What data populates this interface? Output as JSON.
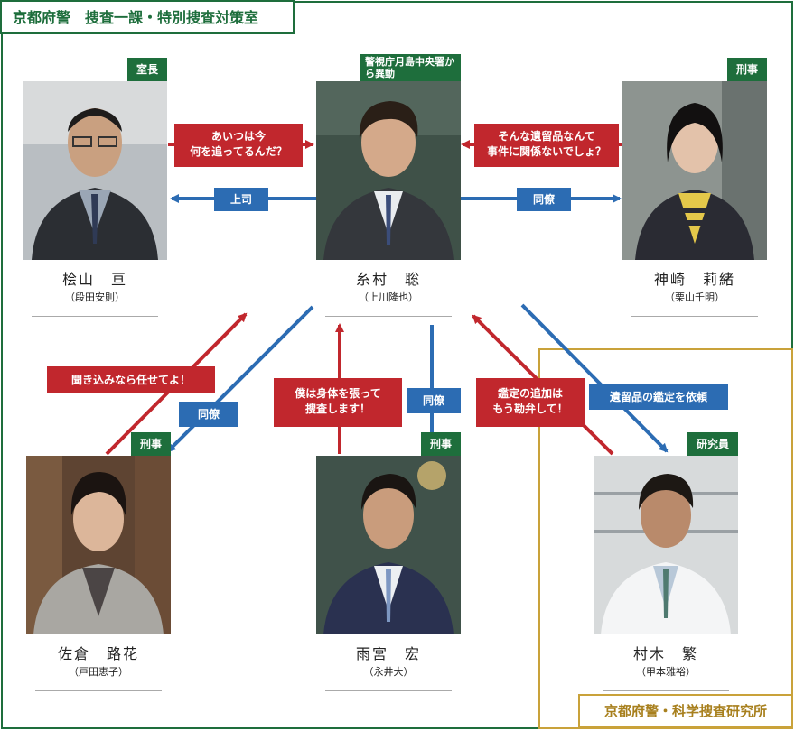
{
  "orgs": {
    "main": "京都府警　捜査一課・特別捜査対策室",
    "lab": "京都府警・科学捜査研究所"
  },
  "colors": {
    "green": "#1e6e3c",
    "gold": "#c9a23a",
    "red": "#c1272d",
    "blue": "#2c6cb3"
  },
  "people": {
    "katsurayama": {
      "name": "桧山　亘",
      "actor": "（段田安則）",
      "badge": "室長"
    },
    "itomura": {
      "name": "糸村　聡",
      "actor": "（上川隆也）",
      "badge": "警視庁月島中央署から異動"
    },
    "kanzaki": {
      "name": "神崎　莉緒",
      "actor": "（栗山千明）",
      "badge": "刑事"
    },
    "sakura": {
      "name": "佐倉　路花",
      "actor": "（戸田恵子）",
      "badge": "刑事"
    },
    "amemiya": {
      "name": "雨宮　宏",
      "actor": "（永井大）",
      "badge": "刑事"
    },
    "muraki": {
      "name": "村木　繁",
      "actor": "（甲本雅裕）",
      "badge": "研究員"
    }
  },
  "relations": {
    "r1": "あいつは今\n何を追ってるんだ？",
    "r2": "上司",
    "r3": "そんな遺留品なんて\n事件に関係ないでしょ？",
    "r4": "同僚",
    "r5": "聞き込みなら任せてよ！",
    "r6": "同僚",
    "r7": "僕は身体を張って\n捜査します！",
    "r8": "同僚",
    "r9": "鑑定の追加は\nもう勘弁して！",
    "r10": "遺留品の鑑定を依頼"
  }
}
